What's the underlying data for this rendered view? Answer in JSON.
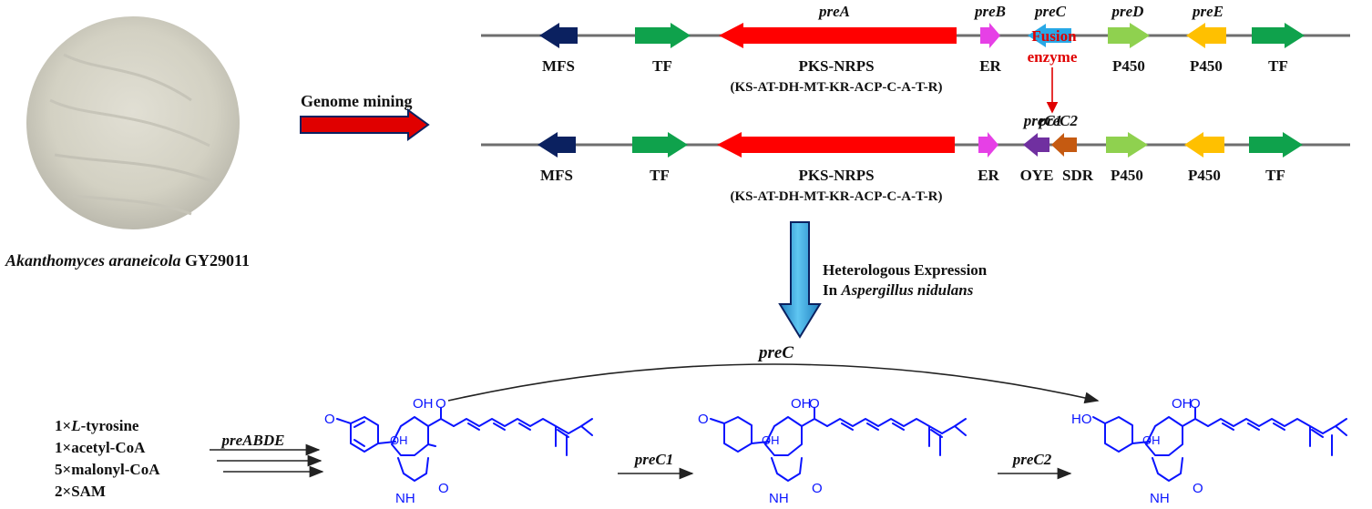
{
  "organism": {
    "species": "Akanthomyces araneicola",
    "strain": "GY29011"
  },
  "step_genome_mining": "Genome mining",
  "cluster": {
    "locus_tags_top": {
      "preA": "preA",
      "preB": "preB",
      "preC": "preC",
      "preD": "preD",
      "preE": "preE"
    },
    "locus_tags_bottom": {
      "preC1": "preC1",
      "preC2": "preC2"
    },
    "fusion_note": [
      "Fusion",
      "enzyme"
    ],
    "gene_labels": {
      "mfs": "MFS",
      "tf": "TF",
      "pks": "PKS-NRPS",
      "er": "ER",
      "p450": "P450",
      "oye": "OYE",
      "sdr": "SDR"
    },
    "domains": "(KS-AT-DH-MT-KR-ACP-C-A-T-R)",
    "colors": {
      "mfs": "#0b2160",
      "tf": "#0fa24c",
      "pks": "#ff0000",
      "er": "#e640e6",
      "fusion": "#28a8e6",
      "oye": "#7030a0",
      "sdr": "#c55a11",
      "p450_a": "#8fd14f",
      "p450_b": "#ffc000"
    }
  },
  "expression": {
    "line1": "Heterologous Expression",
    "line2_prefix": "In",
    "line2_species": "Aspergillus nidulans"
  },
  "pathway": {
    "substrates": [
      {
        "n": "1×",
        "name": "L",
        "rest": "-tyrosine",
        "italic_prefix": true
      },
      {
        "n": "1×",
        "name": "acetyl-CoA"
      },
      {
        "n": "5×",
        "name": "malonyl-CoA"
      },
      {
        "n": "2×",
        "name": "SAM"
      }
    ],
    "enzymes": {
      "first": "preABDE",
      "second": "preC1",
      "third": "preC2",
      "overall": "preC"
    },
    "atoms": {
      "oh": "OH",
      "o": "O",
      "nh": "NH",
      "ho": "HO"
    }
  }
}
